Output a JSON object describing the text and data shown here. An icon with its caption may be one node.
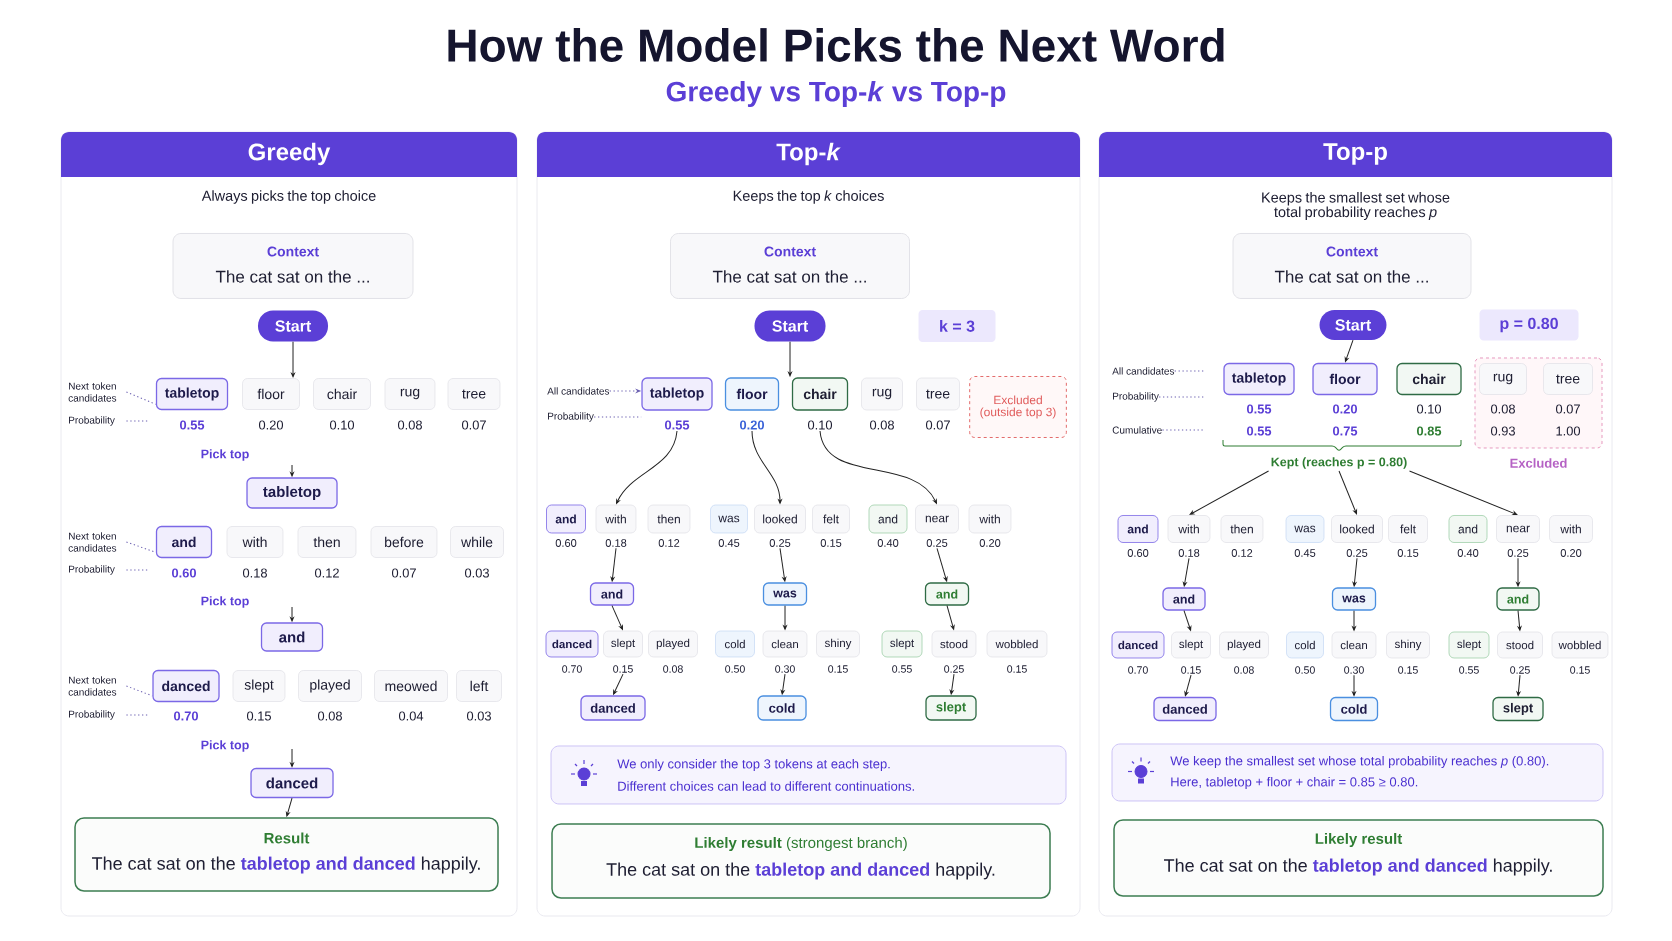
{
  "diagram": {
    "title": "How the Model Picks the Next Word",
    "labels": [
      "Greedy vs Top-*k* vs Top-p"
    ],
    "nodes": [
      {
        "text": [
          "Greedy",
          "Always picks the top choice"
        ]
      },
      {
        "text": [
          "Context",
          "The cat sat on the ..."
        ],
        "in": 0
      },
      {
        "text": [
          "Start"
        ],
        "in": 0
      },
      {
        "text": [
          "Next token candidates"
        ],
        "in": 0
      },
      {
        "text": [
          "Probability"
        ],
        "in": 0
      },
      {
        "text": [
          "tabletop"
        ],
        "beside": [
          "0.55"
        ],
        "in": 0
      },
      {
        "text": [
          "floor"
        ],
        "beside": [
          "0.20"
        ],
        "in": 0
      },
      {
        "text": [
          "chair"
        ],
        "beside": [
          "0.10"
        ],
        "in": 0
      },
      {
        "text": [
          "rug"
        ],
        "beside": [
          "0.08"
        ],
        "in": 0
      },
      {
        "text": [
          "tree"
        ],
        "beside": [
          "0.07"
        ],
        "in": 0
      },
      {
        "text": [
          "tabletop"
        ],
        "in": 0
      },
      {
        "text": [
          "Next token candidates"
        ],
        "in": 0
      },
      {
        "text": [
          "Probability"
        ],
        "in": 0
      },
      {
        "text": [
          "and"
        ],
        "beside": [
          "0.60"
        ],
        "in": 0
      },
      {
        "text": [
          "with"
        ],
        "beside": [
          "0.18"
        ],
        "in": 0
      },
      {
        "text": [
          "then"
        ],
        "beside": [
          "0.12"
        ],
        "in": 0
      },
      {
        "text": [
          "before"
        ],
        "beside": [
          "0.07"
        ],
        "in": 0
      },
      {
        "text": [
          "while"
        ],
        "beside": [
          "0.03"
        ],
        "in": 0
      },
      {
        "text": [
          "and"
        ],
        "in": 0
      },
      {
        "text": [
          "Next token candidates"
        ],
        "in": 0
      },
      {
        "text": [
          "Probability"
        ],
        "in": 0
      },
      {
        "text": [
          "danced"
        ],
        "beside": [
          "0.70"
        ],
        "in": 0
      },
      {
        "text": [
          "slept"
        ],
        "beside": [
          "0.15"
        ],
        "in": 0
      },
      {
        "text": [
          "played"
        ],
        "beside": [
          "0.08"
        ],
        "in": 0
      },
      {
        "text": [
          "meowed"
        ],
        "beside": [
          "0.04"
        ],
        "in": 0
      },
      {
        "text": [
          "left"
        ],
        "beside": [
          "0.03"
        ],
        "in": 0
      },
      {
        "text": [
          "danced"
        ],
        "in": 0
      },
      {
        "text": [
          "Result",
          "The cat sat on the **tabletop and danced** happily."
        ],
        "in": 0
      },
      {
        "text": [
          "Top-*k*",
          "Keeps the top *k* choices"
        ]
      },
      {
        "text": [
          "Context",
          "The cat sat on the ..."
        ],
        "in": 28
      },
      {
        "text": [
          "Start"
        ],
        "in": 28
      },
      {
        "text": [
          "k = 3"
        ],
        "in": 28
      },
      {
        "text": [
          "All candidates"
        ],
        "in": 28
      },
      {
        "text": [
          "Probability"
        ],
        "in": 28
      },
      {
        "text": [
          "tabletop"
        ],
        "beside": [
          "0.55"
        ],
        "in": 28
      },
      {
        "text": [
          "floor"
        ],
        "beside": [
          "0.20"
        ],
        "in": 28
      },
      {
        "text": [
          "chair"
        ],
        "beside": [
          "0.10"
        ],
        "in": 28
      },
      {
        "text": [
          "rug"
        ],
        "beside": [
          "0.08"
        ],
        "in": 28
      },
      {
        "text": [
          "tree"
        ],
        "beside": [
          "0.07"
        ],
        "in": 28
      },
      {
        "text": [
          "Excluded (outside top 3)"
        ],
        "in": 28
      },
      {
        "text": [
          "and"
        ],
        "beside": [
          "0.60"
        ],
        "in": 28
      },
      {
        "text": [
          "with"
        ],
        "beside": [
          "0.18"
        ],
        "in": 28
      },
      {
        "text": [
          "then"
        ],
        "beside": [
          "0.12"
        ],
        "in": 28
      },
      {
        "text": [
          "was"
        ],
        "beside": [
          "0.45"
        ],
        "in": 28
      },
      {
        "text": [
          "looked"
        ],
        "beside": [
          "0.25"
        ],
        "in": 28
      },
      {
        "text": [
          "felt"
        ],
        "beside": [
          "0.15"
        ],
        "in": 28
      },
      {
        "text": [
          "and"
        ],
        "beside": [
          "0.40"
        ],
        "in": 28
      },
      {
        "text": [
          "near"
        ],
        "beside": [
          "0.25"
        ],
        "in": 28
      },
      {
        "text": [
          "with"
        ],
        "beside": [
          "0.20"
        ],
        "in": 28
      },
      {
        "text": [
          "and"
        ],
        "in": 28
      },
      {
        "text": [
          "was"
        ],
        "in": 28
      },
      {
        "text": [
          "and"
        ],
        "in": 28
      },
      {
        "text": [
          "danced"
        ],
        "beside": [
          "0.70"
        ],
        "in": 28
      },
      {
        "text": [
          "slept"
        ],
        "beside": [
          "0.15"
        ],
        "in": 28
      },
      {
        "text": [
          "played"
        ],
        "beside": [
          "0.08"
        ],
        "in": 28
      },
      {
        "text": [
          "cold"
        ],
        "beside": [
          "0.50"
        ],
        "in": 28
      },
      {
        "text": [
          "clean"
        ],
        "beside": [
          "0.30"
        ],
        "in": 28
      },
      {
        "text": [
          "shiny"
        ],
        "beside": [
          "0.15"
        ],
        "in": 28
      },
      {
        "text": [
          "slept"
        ],
        "beside": [
          "0.55"
        ],
        "in": 28
      },
      {
        "text": [
          "stood"
        ],
        "beside": [
          "0.25"
        ],
        "in": 28
      },
      {
        "text": [
          "wobbled"
        ],
        "beside": [
          "0.15"
        ],
        "in": 28
      },
      {
        "text": [
          "danced"
        ],
        "in": 28
      },
      {
        "text": [
          "cold"
        ],
        "in": 28
      },
      {
        "text": [
          "slept"
        ],
        "in": 28
      },
      {
        "text": [
          "We only consider the top 3 tokens at each step.",
          "Different choices can lead to different continuations."
        ],
        "in": 28
      },
      {
        "text": [
          "**Likely result** (strongest branch)",
          "The cat sat on the **tabletop and danced** happily."
        ],
        "in": 28
      },
      {
        "text": [
          "Top-p",
          "Keeps the smallest set whose total probability reaches *p*"
        ]
      },
      {
        "text": [
          "Context",
          "The cat sat on the ..."
        ],
        "in": 66
      },
      {
        "text": [
          "Start"
        ],
        "in": 66
      },
      {
        "text": [
          "p = 0.80"
        ],
        "in": 66
      },
      {
        "text": [
          "All candidates"
        ],
        "in": 66
      },
      {
        "text": [
          "Probability"
        ],
        "in": 66
      },
      {
        "text": [
          "Cumulative"
        ],
        "in": 66
      },
      {
        "text": [
          "tabletop"
        ],
        "beside": [
          "0.55",
          "0.55"
        ],
        "in": 66
      },
      {
        "text": [
          "floor"
        ],
        "beside": [
          "0.20",
          "0.75"
        ],
        "in": 66
      },
      {
        "text": [
          "chair"
        ],
        "beside": [
          "0.10",
          "0.85"
        ],
        "in": 66
      },
      {
        "text": [
          "Excluded"
        ],
        "in": 66
      },
      {
        "text": [
          "rug"
        ],
        "beside": [
          "0.08",
          "0.93"
        ],
        "in": 76
      },
      {
        "text": [
          "tree"
        ],
        "beside": [
          "0.07",
          "1.00"
        ],
        "in": 76
      },
      {
        "text": [
          "Kept (reaches p = 0.80)"
        ],
        "in": 66
      },
      {
        "text": [
          "and"
        ],
        "beside": [
          "0.60"
        ],
        "in": 66
      },
      {
        "text": [
          "with"
        ],
        "beside": [
          "0.18"
        ],
        "in": 66
      },
      {
        "text": [
          "then"
        ],
        "beside": [
          "0.12"
        ],
        "in": 66
      },
      {
        "text": [
          "was"
        ],
        "beside": [
          "0.45"
        ],
        "in": 66
      },
      {
        "text": [
          "looked"
        ],
        "beside": [
          "0.25"
        ],
        "in": 66
      },
      {
        "text": [
          "felt"
        ],
        "beside": [
          "0.15"
        ],
        "in": 66
      },
      {
        "text": [
          "and"
        ],
        "beside": [
          "0.40"
        ],
        "in": 66
      },
      {
        "text": [
          "near"
        ],
        "beside": [
          "0.25"
        ],
        "in": 66
      },
      {
        "text": [
          "with"
        ],
        "beside": [
          "0.20"
        ],
        "in": 66
      },
      {
        "text": [
          "and"
        ],
        "in": 66
      },
      {
        "text": [
          "was"
        ],
        "in": 66
      },
      {
        "text": [
          "and"
        ],
        "in": 66
      },
      {
        "text": [
          "danced"
        ],
        "beside": [
          "0.70"
        ],
        "in": 66
      },
      {
        "text": [
          "slept"
        ],
        "beside": [
          "0.15"
        ],
        "in": 66
      },
      {
        "text": [
          "played"
        ],
        "beside": [
          "0.08"
        ],
        "in": 66
      },
      {
        "text": [
          "cold"
        ],
        "beside": [
          "0.50"
        ],
        "in": 66
      },
      {
        "text": [
          "clean"
        ],
        "beside": [
          "0.30"
        ],
        "in": 66
      },
      {
        "text": [
          "shiny"
        ],
        "beside": [
          "0.15"
        ],
        "in": 66
      },
      {
        "text": [
          "slept"
        ],
        "beside": [
          "0.55"
        ],
        "in": 66
      },
      {
        "text": [
          "stood"
        ],
        "beside": [
          "0.25"
        ],
        "in": 66
      },
      {
        "text": [
          "wobbled"
        ],
        "beside": [
          "0.15"
        ],
        "in": 66
      },
      {
        "text": [
          "danced"
        ],
        "in": 66
      },
      {
        "text": [
          "cold"
        ],
        "in": 66
      },
      {
        "text": [
          "slept"
        ],
        "in": 66
      },
      {
        "text": [
          "We keep the smallest set whose total probability reaches *p* (0.80).",
          "Here, tabletop + floor + chair = 0.85 ≥ 0.80."
        ],
        "in": 66
      },
      {
        "text": [
          "Likely result",
          "The cat sat on the **tabletop and danced** happily."
        ],
        "in": 66
      }
    ],
    "edges": [
      {
        "from": 2,
        "to": 6,
        "arrow": "to"
      },
      {
        "from": 3,
        "to": 5,
        "arrow": "none",
        "style": "dashed",
        "color": "#6a5fb0"
      },
      {
        "from": 4,
        "to": null,
        "arrow": "none",
        "style": "dashed",
        "color": "#6a5fb0"
      },
      {
        "from": null,
        "to": 10,
        "arrow": "to",
        "label": "Pick top"
      },
      {
        "from": 11,
        "to": 13,
        "arrow": "none",
        "style": "dashed",
        "color": "#6a5fb0"
      },
      {
        "from": 12,
        "to": null,
        "arrow": "none",
        "style": "dashed",
        "color": "#6a5fb0"
      },
      {
        "from": null,
        "to": 18,
        "arrow": "to",
        "label": "Pick top"
      },
      {
        "from": 19,
        "to": 21,
        "arrow": "none",
        "style": "dashed",
        "color": "#6a5fb0"
      },
      {
        "from": 20,
        "to": null,
        "arrow": "none",
        "style": "dashed",
        "color": "#6a5fb0"
      },
      {
        "from": null,
        "to": 26,
        "arrow": "to",
        "label": "Pick top"
      },
      {
        "from": 26,
        "to": 27,
        "arrow": "to"
      },
      {
        "from": 30,
        "to": 36,
        "arrow": "to"
      },
      {
        "from": 32,
        "to": 34,
        "arrow": "to",
        "style": "dashed",
        "color": "#6a5fb0"
      },
      {
        "from": 33,
        "to": 34,
        "arrow": "none",
        "style": "dashed",
        "color": "#6a5fb0"
      },
      {
        "from": 34,
        "to": 41,
        "arrow": "to"
      },
      {
        "from": 35,
        "to": 44,
        "arrow": "to"
      },
      {
        "from": 36,
        "to": 47,
        "arrow": "to"
      },
      {
        "from": 41,
        "to": 49,
        "arrow": "to"
      },
      {
        "from": 44,
        "to": 50,
        "arrow": "to"
      },
      {
        "from": 47,
        "to": 51,
        "arrow": "to"
      },
      {
        "from": 49,
        "to": 53,
        "arrow": "to"
      },
      {
        "from": 50,
        "to": 56,
        "arrow": "to"
      },
      {
        "from": 51,
        "to": 59,
        "arrow": "to"
      },
      {
        "from": 53,
        "to": 61,
        "arrow": "to"
      },
      {
        "from": 56,
        "to": 62,
        "arrow": "to"
      },
      {
        "from": 59,
        "to": 63,
        "arrow": "to"
      },
      {
        "from": 68,
        "to": 74,
        "arrow": "to"
      },
      {
        "from": 70,
        "to": null,
        "arrow": "none",
        "style": "dashed",
        "color": "#6a5fb0"
      },
      {
        "from": 71,
        "to": null,
        "arrow": "none",
        "style": "dashed",
        "color": "#6a5fb0"
      },
      {
        "from": 72,
        "to": null,
        "arrow": "none",
        "style": "dashed",
        "color": "#6a5fb0"
      },
      {
        "from": 79,
        "to": 81,
        "arrow": "to"
      },
      {
        "from": 79,
        "to": 84,
        "arrow": "to"
      },
      {
        "from": 79,
        "to": 87,
        "arrow": "to"
      },
      {
        "from": 81,
        "to": 89,
        "arrow": "to"
      },
      {
        "from": 84,
        "to": 90,
        "arrow": "to"
      },
      {
        "from": 87,
        "to": 91,
        "arrow": "to"
      },
      {
        "from": 89,
        "to": 93,
        "arrow": "to"
      },
      {
        "from": 90,
        "to": 96,
        "arrow": "to"
      },
      {
        "from": 91,
        "to": 99,
        "arrow": "to"
      },
      {
        "from": 93,
        "to": 101,
        "arrow": "to"
      },
      {
        "from": 96,
        "to": 102,
        "arrow": "to"
      },
      {
        "from": 99,
        "to": 103,
        "arrow": "to"
      }
    ]
  }
}
